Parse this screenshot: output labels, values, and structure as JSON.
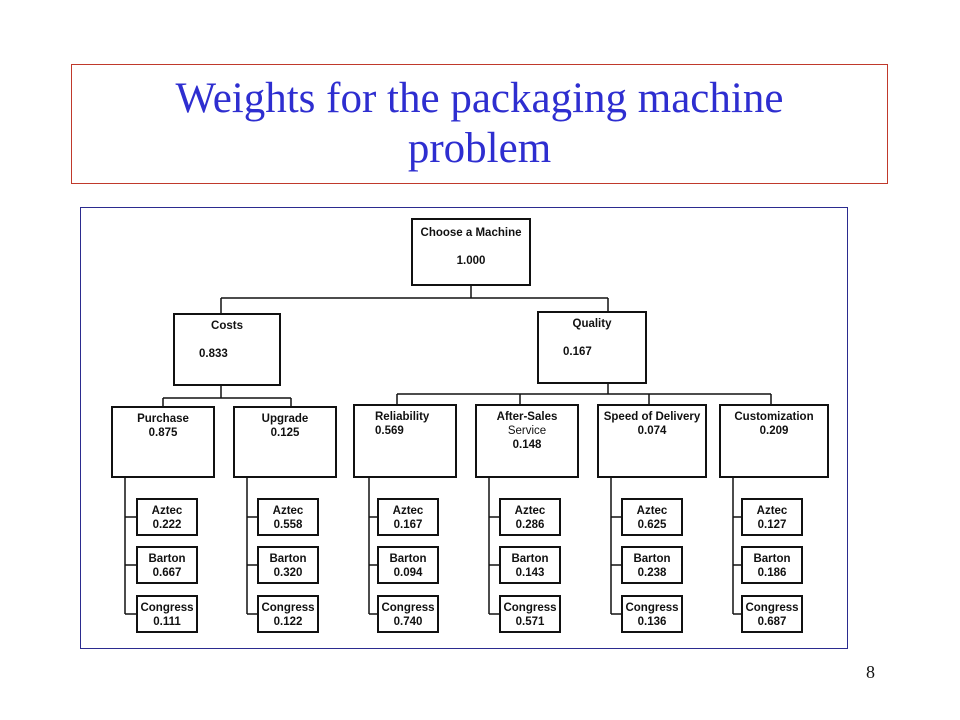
{
  "slide": {
    "title": "Weights for the packaging machine problem",
    "page_number": "8"
  },
  "diagram": {
    "root": {
      "label": "Choose a Machine",
      "value": "1.000"
    },
    "level1": [
      {
        "label": "Costs",
        "value": "0.833"
      },
      {
        "label": "Quality",
        "value": "0.167"
      }
    ],
    "criteria": [
      {
        "label": "Purchase",
        "value": "0.875",
        "alternatives": [
          {
            "label": "Aztec",
            "value": "0.222"
          },
          {
            "label": "Barton",
            "value": "0.667"
          },
          {
            "label": "Congress",
            "value": "0.111"
          }
        ]
      },
      {
        "label": "Upgrade",
        "value": "0.125",
        "alternatives": [
          {
            "label": "Aztec",
            "value": "0.558"
          },
          {
            "label": "Barton",
            "value": "0.320"
          },
          {
            "label": "Congress",
            "value": "0.122"
          }
        ]
      },
      {
        "label": "Reliability",
        "value": "0.569",
        "alternatives": [
          {
            "label": "Aztec",
            "value": "0.167"
          },
          {
            "label": "Barton",
            "value": "0.094"
          },
          {
            "label": "Congress",
            "value": "0.740"
          }
        ]
      },
      {
        "label": "After-Sales",
        "label2": "Service",
        "value": "0.148",
        "alternatives": [
          {
            "label": "Aztec",
            "value": "0.286"
          },
          {
            "label": "Barton",
            "value": "0.143"
          },
          {
            "label": "Congress",
            "value": "0.571"
          }
        ]
      },
      {
        "label": "Speed of Delivery",
        "value": "0.074",
        "alternatives": [
          {
            "label": "Aztec",
            "value": "0.625"
          },
          {
            "label": "Barton",
            "value": "0.238"
          },
          {
            "label": "Congress",
            "value": "0.136"
          }
        ]
      },
      {
        "label": "Customization",
        "value": "0.209",
        "alternatives": [
          {
            "label": "Aztec",
            "value": "0.127"
          },
          {
            "label": "Barton",
            "value": "0.186"
          },
          {
            "label": "Congress",
            "value": "0.687"
          }
        ]
      }
    ]
  }
}
